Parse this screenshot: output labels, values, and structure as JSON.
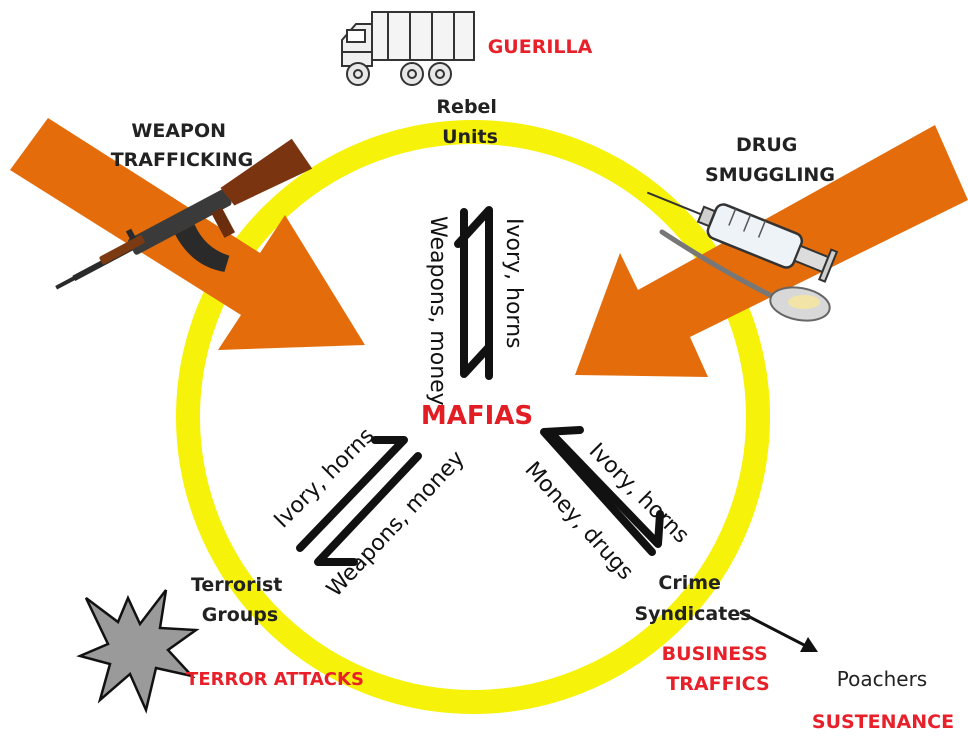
{
  "colors": {
    "circle": "#f7f20a",
    "arrow": "#e46c0a",
    "center_text": "#e21d24",
    "category_text": "#e8202a",
    "node_text": "#222222",
    "flow_line": "#111111",
    "explosion": "#9a9a9a"
  },
  "center": {
    "label": "MAFIAS"
  },
  "nodes": {
    "rebel": "Rebel Units",
    "terrorist": "Terrorist Groups",
    "crime": "Crime Syndicates",
    "poachers": "Poachers"
  },
  "categories": {
    "guerilla": "GUERILLA",
    "terror": "TERROR ATTACKS",
    "business_1": "BUSINESS",
    "business_2": "TRAFFICS",
    "sustenance": "SUSTENANCE"
  },
  "inputs": {
    "weapon_1": "WEAPON",
    "weapon_2": "TRAFFICKING",
    "drug_1": "DRUG",
    "drug_2": "SMUGGLING"
  },
  "flows": {
    "top_left": "Weapons, money",
    "top_right": "Ivory, horns",
    "left_outer": "Ivory, horns",
    "left_inner": "Weapons, money",
    "right_inner": "Money, drugs",
    "right_outer": "Ivory, horns"
  },
  "icons": [
    "military-truck-icon",
    "rifle-icon",
    "syringe-icon",
    "spoon-icon",
    "explosion-icon"
  ]
}
